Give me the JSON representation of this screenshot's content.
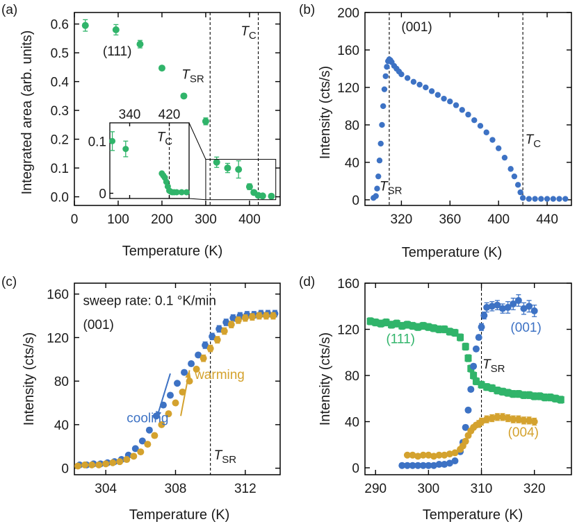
{
  "colors": {
    "green": "#30b46a",
    "blue": "#3d72c4",
    "gold": "#d4a22e",
    "axis": "#000000"
  },
  "chart_data": [
    {
      "panel_label": "(a)",
      "type": "scatter",
      "xlabel": "Temperature (K)",
      "ylabel": "Integrated area (arb. units)",
      "xlim": [
        0,
        470
      ],
      "ylim": [
        -0.03,
        0.64
      ],
      "xticks": [
        0,
        100,
        200,
        300,
        400
      ],
      "yticks": [
        0.0,
        0.1,
        0.2,
        0.3,
        0.4,
        0.5,
        0.6
      ],
      "ytick_labels": [
        "0.0",
        "0.1",
        "0.2",
        "0.3",
        "0.4",
        "0.5",
        "0.6"
      ],
      "vlines": [
        310,
        420
      ],
      "annotations": [
        {
          "text": "(111)",
          "x": 65,
          "y": 0.49
        },
        {
          "text": "T",
          "sub": "SR",
          "x": 245,
          "y": 0.41
        },
        {
          "text": "T",
          "sub": "C",
          "x": 380,
          "y": 0.56
        }
      ],
      "series": [
        {
          "color": "green",
          "marker": "circle",
          "errorbars": true,
          "x": [
            25,
            95,
            150,
            200,
            250,
            300,
            325,
            350,
            375,
            400,
            410,
            420,
            430,
            450
          ],
          "y": [
            0.595,
            0.58,
            0.53,
            0.447,
            0.35,
            0.262,
            0.12,
            0.1,
            0.095,
            0.035,
            0.015,
            0.005,
            0.003,
            0.002
          ],
          "err": [
            0.02,
            0.018,
            0.013,
            0.006,
            0.008,
            0.012,
            0.018,
            0.016,
            0.03,
            0.01,
            0.008,
            0.006,
            0.005,
            0.005
          ]
        }
      ],
      "zoom_box": {
        "x": [
          300,
          460
        ],
        "y": [
          -0.01,
          0.13
        ]
      },
      "inset": {
        "xlim": [
          300,
          460
        ],
        "ylim": [
          -0.01,
          0.135
        ],
        "xticks": [
          340,
          420
        ],
        "yticks": [
          0,
          0.1
        ],
        "ytick_labels": [
          "0",
          "0.1"
        ],
        "vlines": [
          420
        ],
        "annotations": [
          {
            "text": "T",
            "sub": "C",
            "x": 395,
            "y": 0.1
          }
        ],
        "x": [
          305,
          332,
          405,
          408,
          411,
          414,
          417,
          420,
          423,
          426,
          430,
          435,
          445,
          455
        ],
        "y": [
          0.1,
          0.085,
          0.038,
          0.034,
          0.03,
          0.022,
          0.013,
          0.005,
          0.003,
          0.002,
          0.002,
          0.002,
          0.002,
          0.002
        ],
        "err": [
          0.018,
          0.015,
          0,
          0,
          0,
          0,
          0,
          0,
          0,
          0,
          0,
          0,
          0,
          0
        ]
      }
    },
    {
      "panel_label": "(b)",
      "type": "scatter",
      "xlabel": "Temperature (K)",
      "ylabel": "Intensity (cts/s)",
      "xlim": [
        290,
        460
      ],
      "ylim": [
        -6,
        200
      ],
      "xticks": [
        320,
        360,
        400,
        440
      ],
      "yticks": [
        0,
        40,
        80,
        120,
        160,
        200
      ],
      "vlines": [
        310,
        420
      ],
      "annotations": [
        {
          "text": "(001)",
          "x": 320,
          "y": 180
        },
        {
          "text": "T",
          "sub": "SR",
          "x": 302,
          "y": 10
        },
        {
          "text": "T",
          "sub": "C",
          "x": 422,
          "y": 60
        }
      ],
      "curve_description": "sharp rise 300→310 K, peak ~150 at 310 K, decline to 0 at 420 K, flat ~1 to 455 K",
      "series": [
        {
          "color": "blue",
          "marker": "circle",
          "errorbars": false,
          "x": [
            297,
            299,
            300,
            301,
            302,
            303,
            304,
            305,
            306,
            307,
            308,
            309,
            310,
            311,
            312,
            314,
            316,
            318,
            320,
            325,
            330,
            335,
            340,
            345,
            350,
            355,
            360,
            365,
            370,
            375,
            380,
            385,
            390,
            395,
            400,
            405,
            410,
            413,
            416,
            418,
            420,
            425,
            430,
            435,
            440,
            445,
            450,
            455
          ],
          "y": [
            2,
            4,
            12,
            25,
            42,
            60,
            80,
            100,
            118,
            132,
            142,
            148,
            150,
            149,
            147,
            143,
            140,
            137,
            134,
            130,
            126,
            123,
            120,
            116,
            112,
            108,
            105,
            101,
            96,
            91,
            85,
            79,
            72,
            64,
            55,
            45,
            33,
            25,
            16,
            8,
            2,
            1,
            1,
            1,
            1,
            1,
            1,
            1
          ]
        }
      ]
    },
    {
      "panel_label": "(c)",
      "type": "scatter",
      "xlabel": "Temperature (K)",
      "ylabel": "Intensity (cts/s)",
      "xlim": [
        302.2,
        314
      ],
      "ylim": [
        -6,
        170
      ],
      "xticks": [
        304,
        308,
        312
      ],
      "yticks": [
        0,
        40,
        80,
        120,
        160
      ],
      "vlines": [
        310
      ],
      "annotations": [
        {
          "text": "sweep rate: 0.1 °K/min",
          "x": 302.7,
          "y": 150
        },
        {
          "text": "(001)",
          "x": 302.7,
          "y": 128
        },
        {
          "text": "cooling",
          "x": 305.2,
          "y": 42,
          "color": "blue"
        },
        {
          "text": "warming",
          "x": 309.1,
          "y": 82,
          "color": "gold"
        },
        {
          "text": "T",
          "sub": "SR",
          "x": 310.2,
          "y": 8
        }
      ],
      "arrows": [
        {
          "color": "blue",
          "from": [
            306.9,
            45
          ],
          "to": [
            307.7,
            87
          ]
        },
        {
          "color": "gold",
          "from": [
            308.3,
            48
          ],
          "to": [
            308.8,
            90
          ]
        }
      ],
      "series": [
        {
          "name": "cooling",
          "color": "blue",
          "marker": "circle",
          "errorbars": true,
          "x": [
            302.5,
            302.9,
            303.3,
            303.7,
            304.1,
            304.5,
            304.9,
            305.3,
            305.7,
            306.1,
            306.5,
            306.9,
            307.3,
            307.7,
            308.1,
            308.5,
            308.9,
            309.3,
            309.7,
            310.1,
            310.5,
            310.9,
            311.3,
            311.7,
            312.1,
            312.5,
            312.9,
            313.3,
            313.7
          ],
          "y": [
            3,
            3,
            4,
            4,
            5,
            6,
            8,
            12,
            18,
            25,
            35,
            48,
            58,
            67,
            78,
            88,
            96,
            104,
            113,
            121,
            128,
            134,
            138,
            140,
            141,
            141,
            142,
            142,
            142
          ],
          "err": [
            1,
            1,
            1,
            1,
            1,
            1,
            1,
            2,
            2,
            2,
            2,
            2,
            2,
            2,
            2,
            2,
            2,
            2,
            3,
            3,
            3,
            3,
            3,
            3,
            3,
            3,
            3,
            3,
            3
          ]
        },
        {
          "name": "warming",
          "color": "gold",
          "marker": "circle",
          "errorbars": true,
          "x": [
            302.4,
            302.8,
            303.2,
            303.6,
            304.0,
            304.4,
            304.8,
            305.2,
            305.6,
            306.0,
            306.4,
            306.8,
            307.2,
            307.6,
            308.0,
            308.4,
            308.8,
            309.2,
            309.6,
            310.0,
            310.4,
            310.8,
            311.2,
            311.6,
            312.0,
            312.4,
            312.8,
            313.2,
            313.6
          ],
          "y": [
            2,
            3,
            3,
            3,
            4,
            5,
            6,
            8,
            11,
            15,
            22,
            30,
            40,
            50,
            60,
            70,
            80,
            91,
            101,
            110,
            118,
            126,
            132,
            136,
            138,
            139,
            140,
            140,
            140
          ],
          "err": [
            1,
            1,
            1,
            1,
            1,
            1,
            1,
            1,
            2,
            2,
            2,
            2,
            2,
            2,
            2,
            2,
            2,
            2,
            3,
            3,
            3,
            3,
            3,
            3,
            3,
            3,
            3,
            3,
            3
          ]
        }
      ]
    },
    {
      "panel_label": "(d)",
      "type": "scatter",
      "xlabel": "Temperature (K)",
      "ylabel": "Intensity (cts/s)",
      "xlim": [
        288,
        327
      ],
      "ylim": [
        -6,
        160
      ],
      "xticks": [
        290,
        300,
        310,
        320
      ],
      "yticks": [
        0,
        40,
        80,
        120,
        160
      ],
      "vlines": [
        310
      ],
      "annotations": [
        {
          "text": "(111)",
          "x": 292,
          "y": 108,
          "color": "green"
        },
        {
          "text": "(001)",
          "x": 315.5,
          "y": 118,
          "color": "blue"
        },
        {
          "text": "T",
          "sub": "SR",
          "x": 310.2,
          "y": 86
        },
        {
          "text": "(004)",
          "x": 315,
          "y": 27,
          "color": "gold"
        }
      ],
      "series": [
        {
          "name": "(111)",
          "color": "green",
          "marker": "square",
          "errorbars": true,
          "x": [
            289,
            290,
            291,
            292,
            293,
            294,
            295,
            296,
            297,
            298,
            299,
            300,
            301,
            302,
            303,
            304,
            305,
            306,
            307,
            307.5,
            308,
            308.5,
            309,
            310,
            311,
            312,
            313,
            314,
            315,
            316,
            317,
            318,
            319,
            320,
            321,
            322,
            323,
            324,
            325
          ],
          "y": [
            127,
            126,
            125,
            126,
            124,
            125,
            123,
            124,
            123,
            122,
            123,
            122,
            121,
            120,
            120,
            118,
            117,
            113,
            105,
            95,
            86,
            80,
            75,
            72,
            70,
            69,
            67,
            66,
            65,
            64,
            64,
            63,
            63,
            62,
            62,
            61,
            61,
            60,
            59
          ],
          "err": [
            3,
            3,
            3,
            3,
            3,
            3,
            3,
            3,
            3,
            3,
            3,
            3,
            3,
            3,
            3,
            3,
            3,
            3,
            3,
            3,
            3,
            3,
            3,
            3,
            3,
            3,
            3,
            3,
            3,
            3,
            3,
            3,
            3,
            3,
            3,
            3,
            3,
            3,
            3
          ]
        },
        {
          "name": "(001)",
          "color": "blue",
          "marker": "circle",
          "errorbars": true,
          "x": [
            295,
            296,
            297,
            298,
            299,
            300,
            301,
            302,
            303,
            304,
            305,
            306,
            306.5,
            307,
            307.5,
            308,
            308.5,
            309,
            309.5,
            310,
            310.5,
            311,
            312,
            313,
            314,
            315,
            316,
            317,
            318,
            319,
            320
          ],
          "y": [
            2,
            2,
            2,
            2,
            2,
            2,
            2,
            3,
            3,
            4,
            6,
            14,
            22,
            35,
            50,
            68,
            88,
            103,
            113,
            122,
            132,
            139,
            140,
            141,
            138,
            139,
            142,
            145,
            138,
            140,
            136
          ],
          "err": [
            1,
            1,
            1,
            1,
            1,
            1,
            1,
            1,
            1,
            1,
            1,
            2,
            2,
            2,
            2,
            2,
            2,
            2,
            2,
            3,
            3,
            4,
            4,
            4,
            4,
            5,
            5,
            5,
            5,
            5,
            5
          ]
        },
        {
          "name": "(004)",
          "color": "gold",
          "marker": "circle",
          "errorbars": true,
          "x": [
            296,
            297,
            298,
            299,
            300,
            301,
            302,
            303,
            304,
            305,
            306,
            306.5,
            307,
            307.5,
            308,
            308.5,
            309,
            309.5,
            310,
            311,
            312,
            313,
            314,
            315,
            316,
            317,
            318,
            319,
            320
          ],
          "y": [
            11,
            11,
            10,
            11,
            11,
            10,
            11,
            11,
            12,
            13,
            16,
            19,
            23,
            28,
            32,
            35,
            37,
            38,
            40,
            42,
            43,
            44,
            44,
            43,
            42,
            42,
            41,
            41,
            40
          ],
          "err": [
            1,
            1,
            1,
            1,
            1,
            1,
            1,
            1,
            1,
            1,
            2,
            2,
            2,
            2,
            2,
            2,
            2,
            3,
            3,
            3,
            3,
            3,
            3,
            3,
            3,
            3,
            3,
            3,
            3
          ]
        }
      ]
    }
  ]
}
